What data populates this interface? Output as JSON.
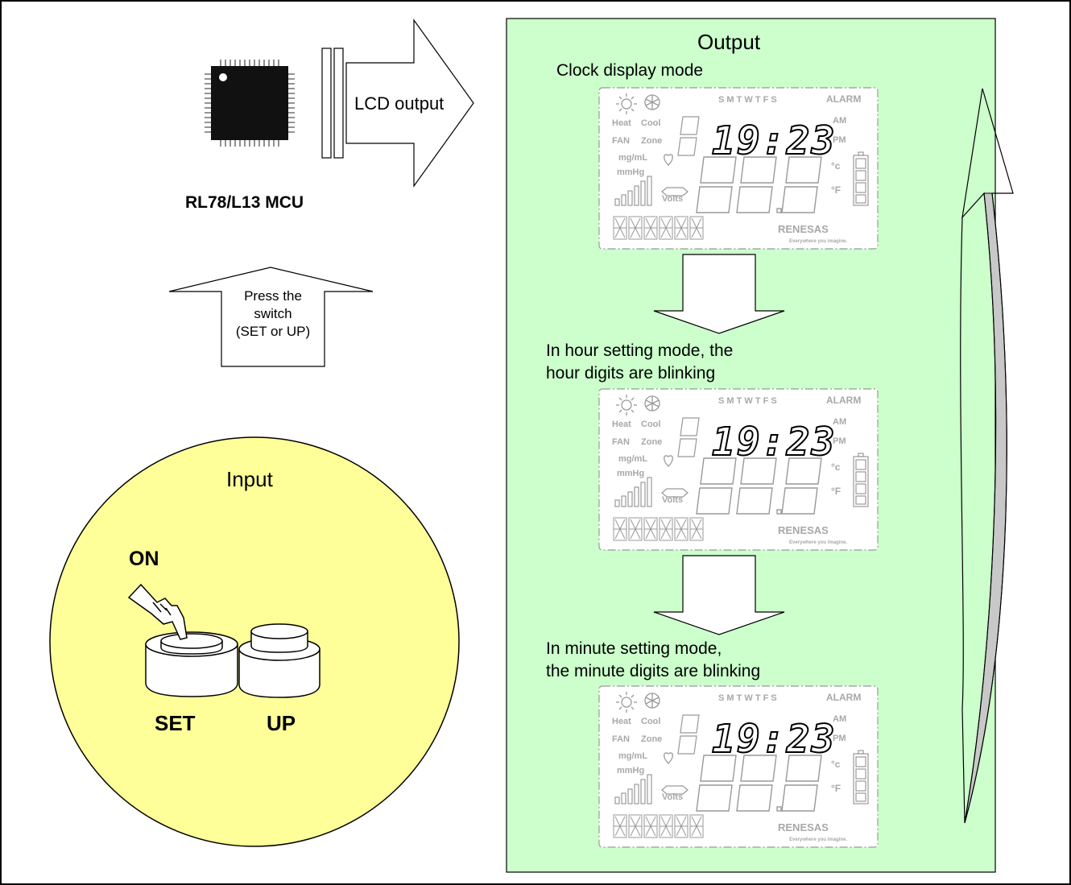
{
  "mcu": {
    "label": "RL78/L13 MCU"
  },
  "lcd_output_arrow": {
    "label": "LCD output"
  },
  "press_arrow": {
    "line1": "Press the",
    "line2": "switch",
    "line3": "(SET or UP)"
  },
  "input_panel": {
    "title": "Input",
    "on_label": "ON",
    "set_label": "SET",
    "up_label": "UP",
    "color": "#ffff99"
  },
  "output_panel": {
    "title": "Output",
    "color": "#ccffcc",
    "modes": [
      {
        "caption_line1": "Clock display mode",
        "caption_line2": ""
      },
      {
        "caption_line1": "In hour setting mode, the",
        "caption_line2": "hour digits are blinking"
      },
      {
        "caption_line1": "In minute setting mode,",
        "caption_line2": "the minute digits are blinking"
      }
    ]
  },
  "lcd": {
    "days": "S M T W T F S",
    "alarm": "ALARM",
    "heat": "Heat",
    "cool": "Cool",
    "fan": "FAN",
    "zone": "Zone",
    "am": "AM",
    "pm": "PM",
    "time": "19:23",
    "mgml": "mg/mL",
    "mmhg": "mmHg",
    "volts": "Volts",
    "deg_c": "°c",
    "deg_f": "°F",
    "brand": "RENESAS",
    "tagline": "Everywhere you imagine."
  }
}
